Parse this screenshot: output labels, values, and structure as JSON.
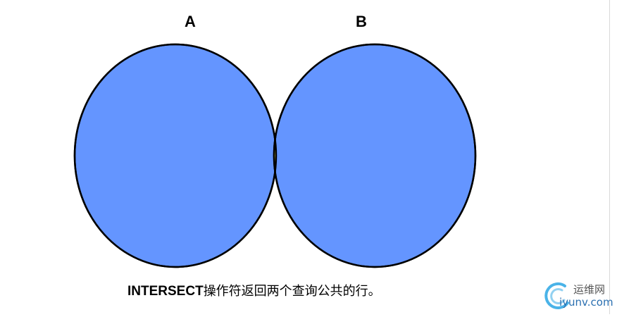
{
  "diagram": {
    "type": "venn",
    "sets": [
      {
        "label": "A",
        "fill": "#6495ff"
      },
      {
        "label": "B",
        "fill": "#6495ff"
      }
    ],
    "intersection_fill": "#ffff66",
    "outline_color": "#000000"
  },
  "caption": {
    "keyword": "INTERSECT",
    "text": "操作符返回两个查询公共的行。"
  },
  "watermark": {
    "line1": "运维网",
    "line2": "iyunv.com",
    "accent": "#4ab3e8"
  }
}
